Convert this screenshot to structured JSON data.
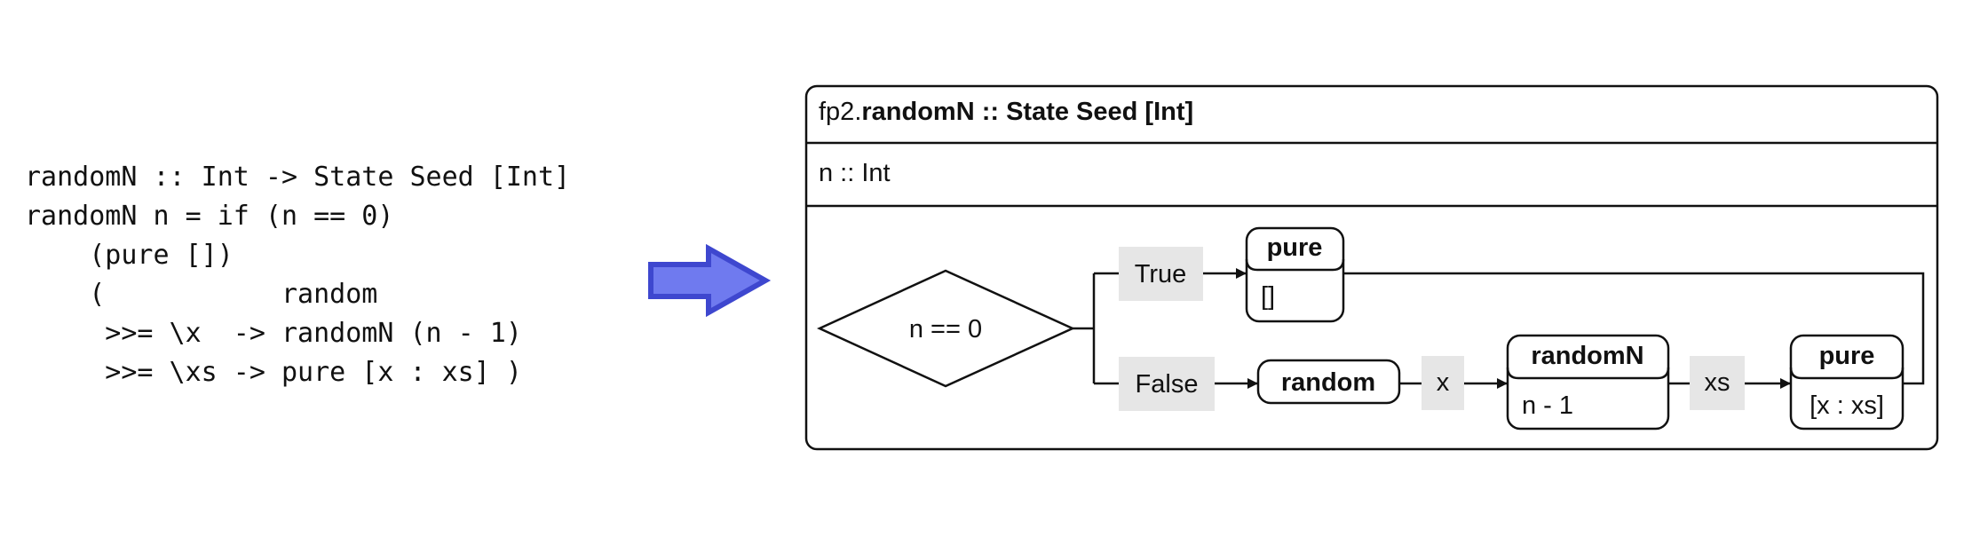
{
  "code": {
    "lines": [
      "randomN :: Int -> State Seed [Int]",
      "randomN n = if (n == 0)",
      "    (pure [])",
      "    (           random",
      "     >>= \\x  -> randomN (n - 1)",
      "     >>= \\xs -> pure [x : xs] )"
    ]
  },
  "arrow_color": "#4a55d8",
  "diagram": {
    "header": {
      "module": "fp2.",
      "signature": "randomN :: State Seed [Int]"
    },
    "param": "n :: Int",
    "condition": "n == 0",
    "branches": {
      "true_label": "True",
      "false_label": "False"
    },
    "nodes": {
      "pure_true": {
        "name": "pure",
        "arg": "[]"
      },
      "random": {
        "name": "random"
      },
      "randomN": {
        "name": "randomN",
        "arg": "n - 1"
      },
      "pure_false": {
        "name": "pure",
        "arg": "[x : xs]"
      }
    },
    "bind_labels": {
      "x": "x",
      "xs": "xs"
    }
  }
}
